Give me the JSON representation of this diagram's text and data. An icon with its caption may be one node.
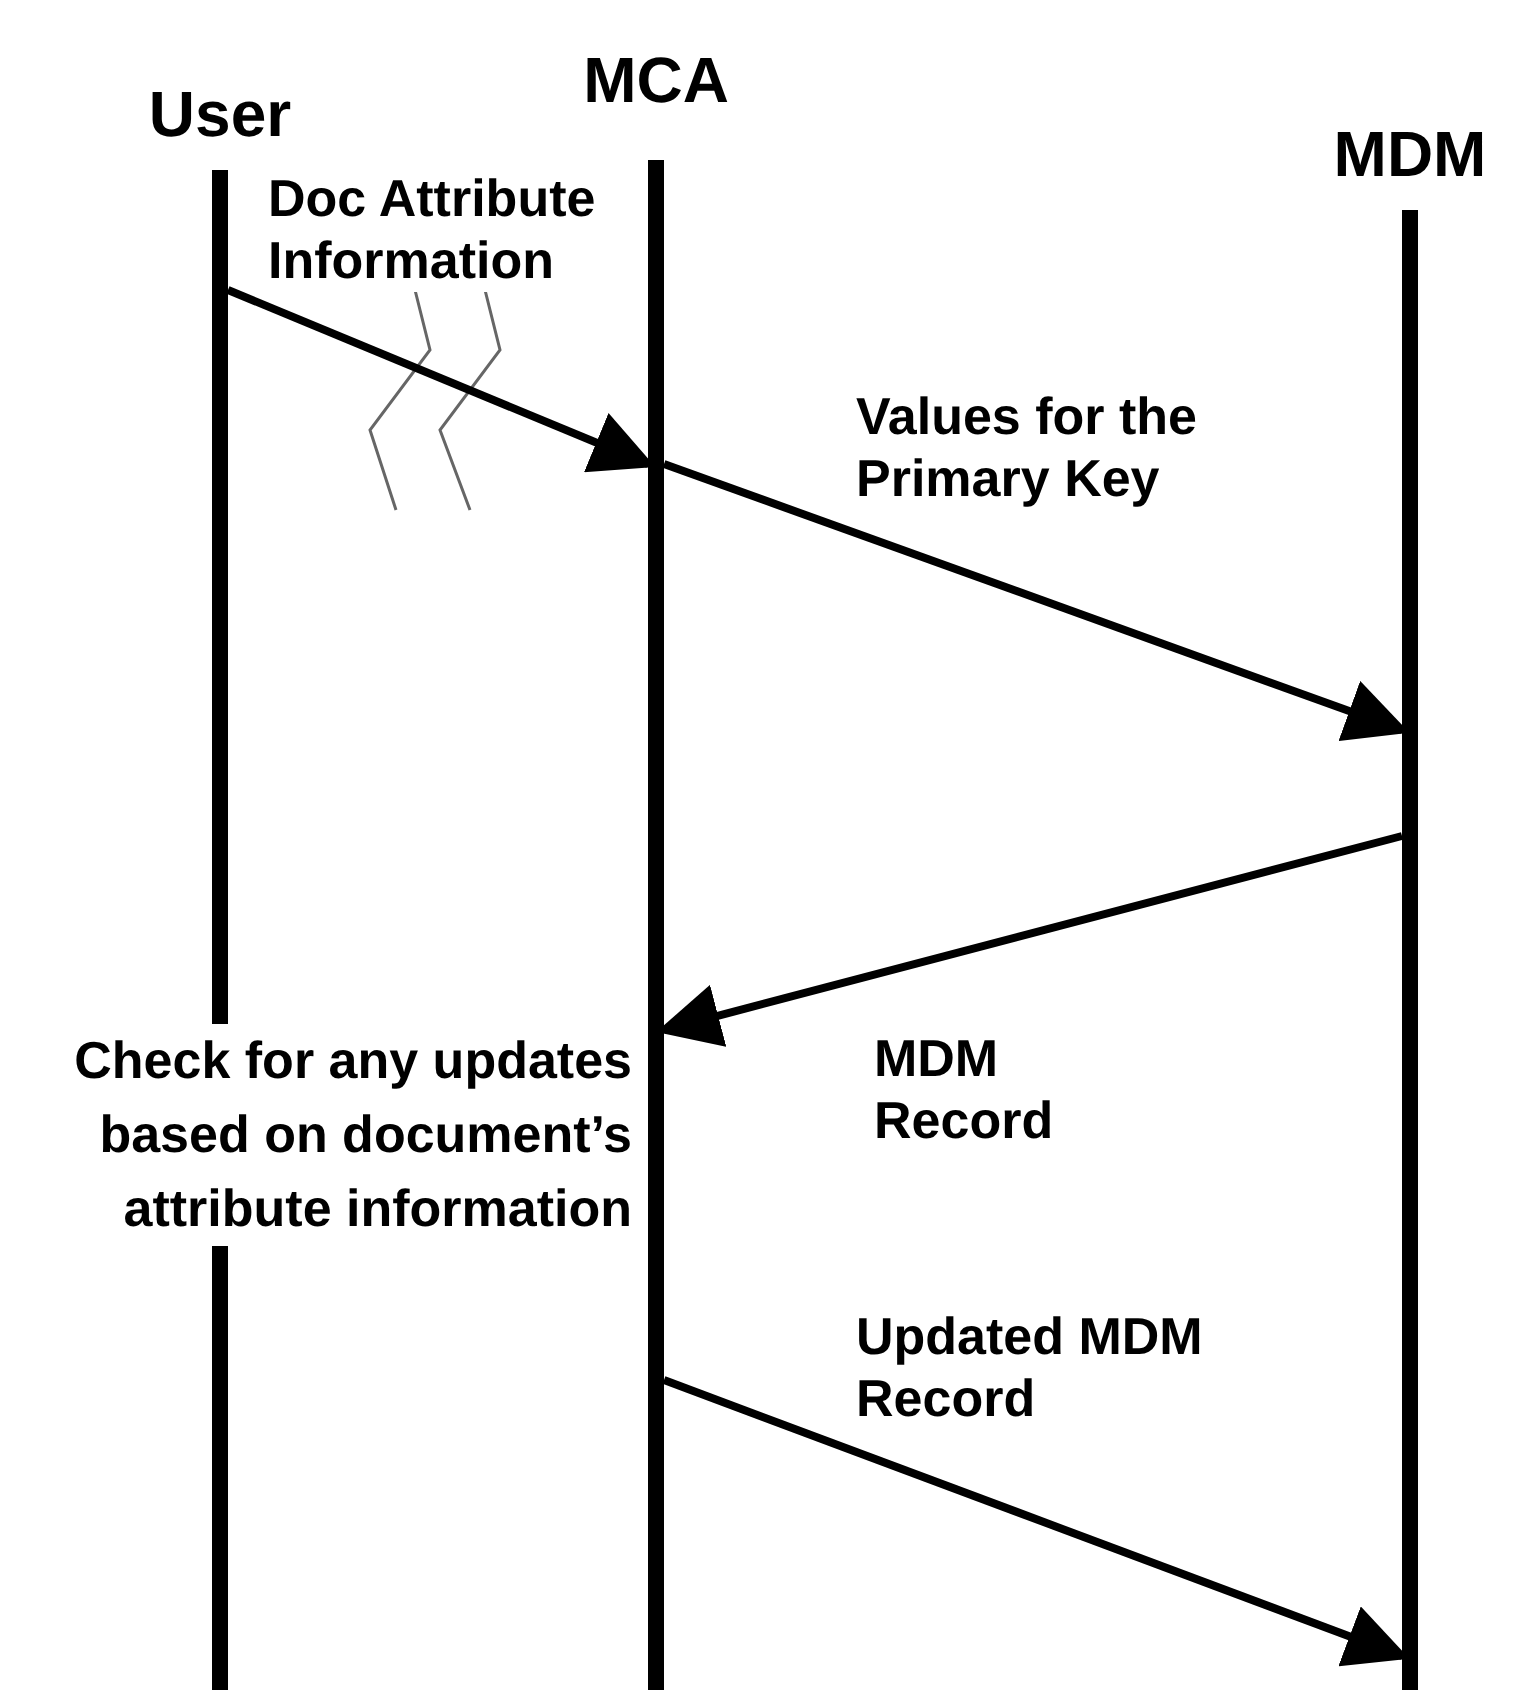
{
  "diagram": {
    "nodes": [
      {
        "text": [
          "User"
        ]
      },
      {
        "text": [
          "MCA"
        ]
      },
      {
        "text": [
          "MDM"
        ]
      }
    ],
    "edges": [
      {
        "from": 0,
        "to": 1,
        "arrow": "to",
        "label": "Doc Attribute Information"
      },
      {
        "from": 1,
        "to": 2,
        "arrow": "to",
        "label": "Values for the Primary Key"
      },
      {
        "from": 2,
        "to": 1,
        "arrow": "to",
        "label": "MDM Record"
      },
      {
        "from": 1,
        "to": 2,
        "arrow": "to",
        "label": "Updated MDM Record"
      }
    ],
    "labels": [
      "Check for any updates based on document’s attribute information"
    ]
  }
}
